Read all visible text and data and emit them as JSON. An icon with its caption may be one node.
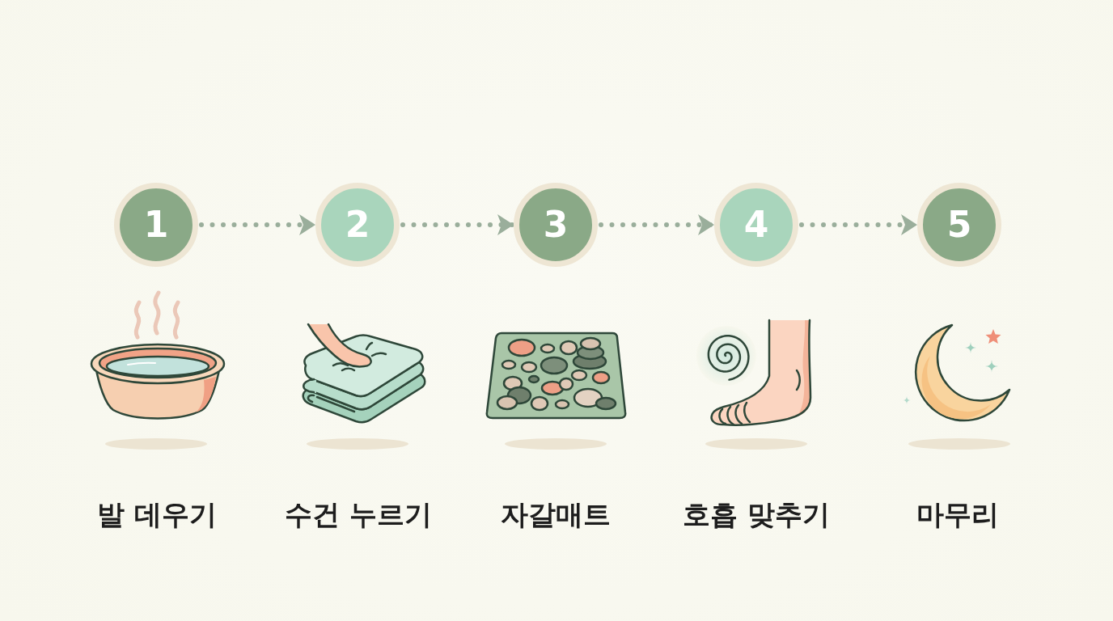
{
  "diagram": {
    "nodes": [
      {
        "text": [
          "1"
        ]
      },
      {
        "text": [
          "2"
        ]
      },
      {
        "text": [
          "3"
        ]
      },
      {
        "text": [
          "4"
        ]
      },
      {
        "text": [
          "5"
        ]
      }
    ],
    "edges": [
      {
        "from": 0,
        "to": 1,
        "arrow": "to",
        "style": "dashed"
      },
      {
        "from": 1,
        "to": 2,
        "arrow": "to",
        "style": "dashed"
      },
      {
        "from": 2,
        "to": 3,
        "arrow": "to",
        "style": "dashed"
      },
      {
        "from": 3,
        "to": 4,
        "arrow": "to",
        "style": "dashed"
      }
    ],
    "labels": [
      "발 데우기",
      "수건 누르기",
      "자갈매트",
      "호흡 맞추기",
      "마무리"
    ]
  }
}
